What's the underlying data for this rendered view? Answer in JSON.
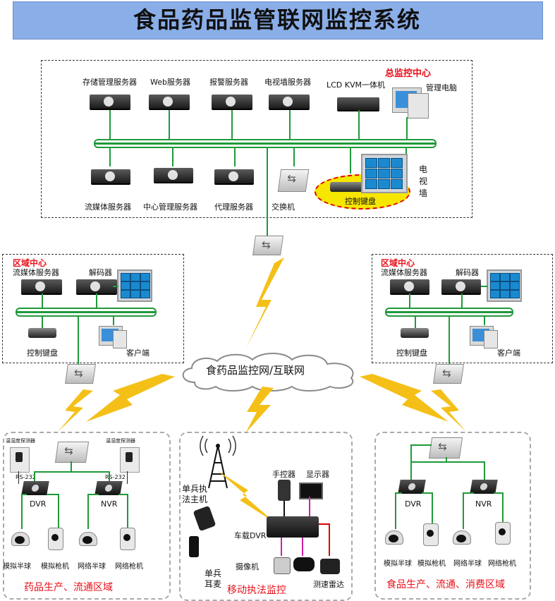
{
  "title": "食品药品监管联网监控系统",
  "center": {
    "label": "总监控中心",
    "top_devices": [
      "存储管理服务器",
      "Web服务器",
      "报警服务器",
      "电视墙服务器",
      "LCD KVM一体机",
      "管理电脑"
    ],
    "bottom_devices": [
      "流媒体服务器",
      "中心管理服务器",
      "代理服务器",
      "交换机"
    ],
    "keyboard": "控制键盘",
    "tv_wall": "电\n视\n墙"
  },
  "region_left": {
    "label": "区域中心",
    "streaming": "流媒体服务器",
    "decoder": "解码器",
    "keyboard": "控制键盘",
    "client": "客户端"
  },
  "region_right": {
    "label": "区域中心",
    "streaming": "流媒体服务器",
    "decoder": "解码器",
    "keyboard": "控制键盘",
    "client": "客户端"
  },
  "network": "食药品监控网/互联网",
  "zone_left": {
    "sensor_left": "温湿度探测器",
    "sensor_right": "温湿度探测器",
    "rs_left": "RS-232",
    "rs_right": "RS-232",
    "dvr": "DVR",
    "nvr": "NVR",
    "cams": [
      "模拟半球",
      "模拟枪机",
      "网络半球",
      "网络枪机"
    ],
    "label": "药品生产、流通区域"
  },
  "zone_mid": {
    "host": "单兵执\n法主机",
    "mic": "单兵\n耳麦",
    "controller": "手控器",
    "display": "显示器",
    "car_dvr": "车载DVR",
    "camera": "摄像机",
    "radar": "测速雷达",
    "label": "移动执法监控"
  },
  "zone_right": {
    "dvr": "DVR",
    "nvr": "NVR",
    "cams": [
      "模拟半球",
      "模拟枪机",
      "网络半球",
      "网络枪机"
    ],
    "label": "食品生产、流通、消费区域"
  },
  "colors": {
    "bus": "#1f9a3a",
    "title_bg": "#8aaee8",
    "label_red": "#e8101a",
    "lightning": "#f4c018"
  }
}
